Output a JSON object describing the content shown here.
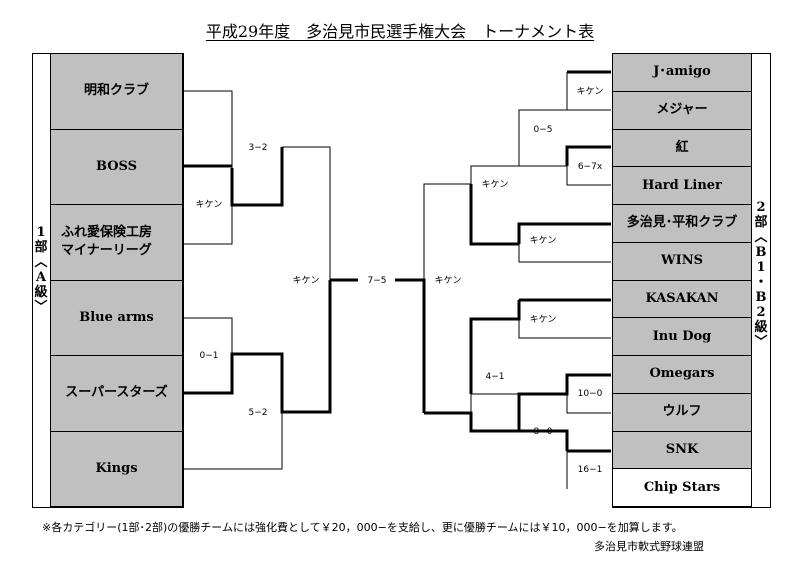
{
  "title": "平成29年度　多治見市民選手権大会　トーナメント表",
  "left_division": {
    "chars": [
      "1",
      "部",
      "︿",
      "A",
      "級",
      "﹀"
    ]
  },
  "right_division": {
    "chars": [
      "2",
      "部",
      "︿",
      "B",
      "1",
      "・",
      "B",
      "2",
      "級",
      "﹀"
    ]
  },
  "left_teams": [
    "明和クラブ",
    "BOSS",
    "ふれ愛保険工房\nマイナーリーグ",
    "Blue arms",
    "スーパースターズ",
    "Kings"
  ],
  "right_teams": [
    "J･amigo",
    "メジャー",
    "紅",
    "Hard Liner",
    "多治見･平和クラブ",
    "WINS",
    "KASAKAN",
    "Inu Dog",
    "Omegars",
    "ウルフ",
    "SNK",
    "Chip Stars"
  ],
  "scores": {
    "l_r1_top": "キケン",
    "l_r1_bottom": "0−1",
    "l_r2_top": "3−2",
    "l_r2_bottom": "5−2",
    "l_semi": "キケン",
    "final": "7−5",
    "r_semi": "キケン",
    "r1_a": "キケン",
    "r1_b": "6−7x",
    "r1_c": "キケン",
    "r1_d": "キケン",
    "r1_e": "10−0",
    "r1_f": "16−1",
    "r2_a": "0−5",
    "r2_b": "8−0",
    "r3_a": "キケン",
    "r3_b": "4−1"
  },
  "footnote": "※各カテゴリー(1部･2部)の優勝チームには強化費として￥20，000−を支給し、更に優勝チームには￥10，000−を加算します。",
  "organizer": "多治見市軟式野球連盟"
}
